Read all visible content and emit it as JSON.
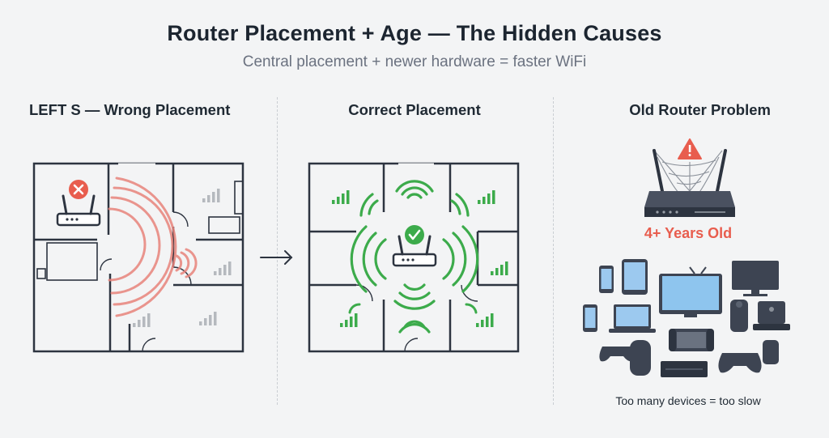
{
  "header": {
    "title": "Router Placement + Age — The Hidden Causes",
    "subtitle": "Central placement + newer hardware = faster WiFi"
  },
  "panels": [
    {
      "title": "LEFT S — Wrong Placement",
      "status": "error",
      "status_icon": "x-icon"
    },
    {
      "title": "Correct Placement",
      "status": "ok",
      "status_icon": "check-icon"
    },
    {
      "title": "Old Router Problem",
      "status": "warning",
      "status_icon": "warning-icon"
    }
  ],
  "old_router": {
    "age_label": "4+ Years Old",
    "footnote": "Too many devices = too slow"
  },
  "colors": {
    "bad_signal": "#e8847c",
    "good_signal": "#3cab4b",
    "weak_bars": "#b5b9be",
    "warning_red": "#e85d4e",
    "walls": "#2d3440"
  }
}
